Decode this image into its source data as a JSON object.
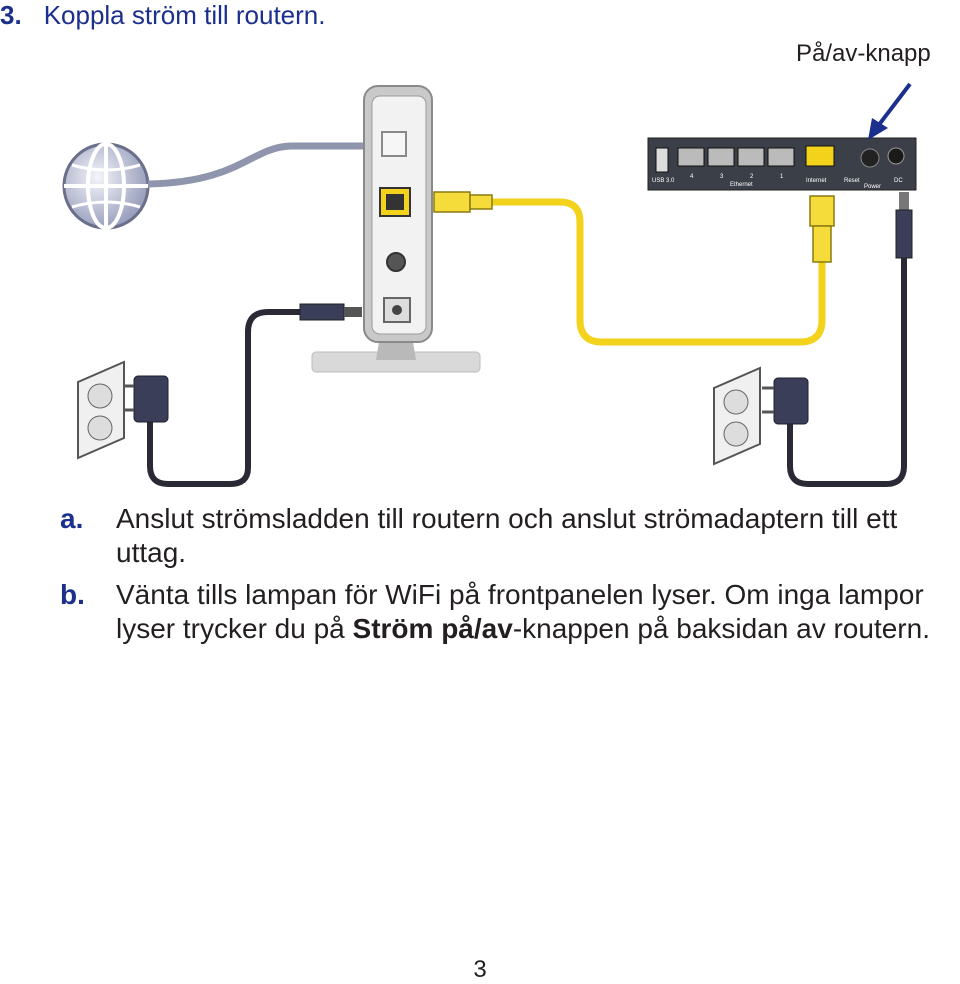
{
  "heading": {
    "number": "3.",
    "text": "Koppla ström till routern."
  },
  "callout": "På/av-knapp",
  "router_panel": {
    "usb": "USB 3.0",
    "ports": [
      "4",
      "3",
      "2",
      "1"
    ],
    "ethernet": "Ethernet",
    "internet": "Internet",
    "reset": "Reset",
    "power": "Power",
    "dc": "DC"
  },
  "steps": {
    "a": {
      "mark": "a.",
      "text": "Anslut strömsladden till routern och anslut strömadaptern till ett uttag."
    },
    "b": {
      "mark": "b.",
      "text_before": "Vänta tills lampan för WiFi på frontpanelen lyser. Om inga lampor lyser trycker du på ",
      "bold": "Ström på/av",
      "text_after": "-knappen på baksidan av routern."
    }
  },
  "page_number": "3",
  "colors": {
    "heading": "#1b2f8c",
    "cable_yellow": "#f2d21a",
    "cable_gray": "#8e95ad",
    "cable_black": "#2a2a36"
  }
}
